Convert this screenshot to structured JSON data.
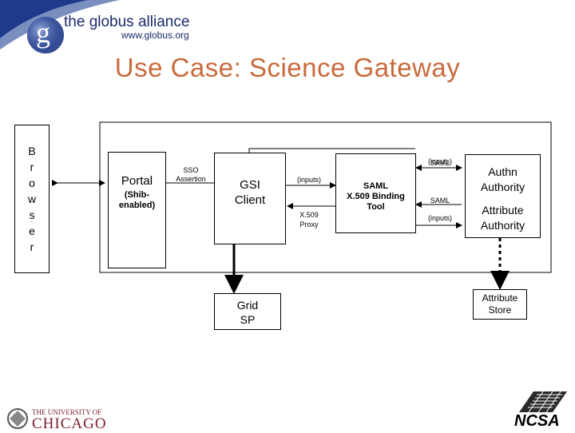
{
  "header": {
    "logo_text": "the globus alliance",
    "logo_url": "www.globus.org",
    "logo_letter": "g"
  },
  "slide_title": "Use Case: Science Gateway",
  "browser": {
    "letters": [
      "B",
      "r",
      "o",
      "w",
      "s",
      "e",
      "r"
    ]
  },
  "portal": {
    "label": "Portal",
    "sublabel": "(Shib-\nenabled)"
  },
  "sso_label": "SSO\nAssertion",
  "gsi_client": {
    "label": "GSI\nClient"
  },
  "inputs_label": "(inputs)",
  "x509_proxy_label": "X.509\nProxy",
  "saml_box": {
    "label": "SAML\nX.509 Binding\nTool"
  },
  "top_inputs_label": "(inputs)",
  "saml_label_1": "SAML",
  "saml_label_2": "SAML",
  "bottom_inputs_label": "(inputs)",
  "authn": {
    "label": "Authn\nAuthority"
  },
  "attr_authority": {
    "label": "Attribute\nAuthority"
  },
  "grid_sp": {
    "label": "Grid\nSP"
  },
  "attr_store": {
    "label": "Attribute\nStore"
  },
  "footer": {
    "uchicago_line1": "THE UNIVERSITY OF",
    "uchicago_line2": "CHICAGO",
    "ncsa": "NCSA"
  }
}
